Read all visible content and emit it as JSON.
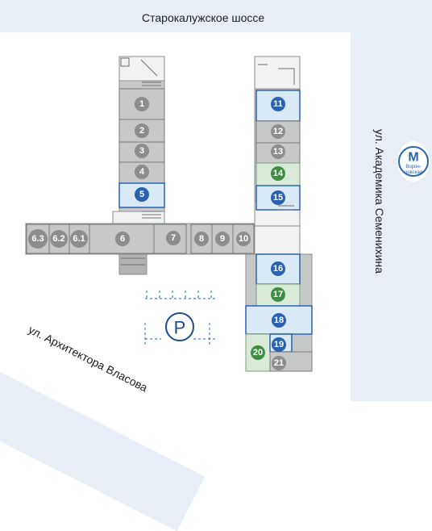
{
  "map": {
    "roads": {
      "top": "Старокалужское шоссе",
      "right": "ул. Академика Семенихина",
      "diagonal": "ул. Архитектора Власова"
    },
    "metro": {
      "symbol": "M",
      "station": "Ворон-\nцовская",
      "icon": "metro-icon"
    },
    "parking": {
      "symbol": "P",
      "icon": "parking-icon"
    },
    "colors": {
      "available": "#2a62b0",
      "available_fill": "#d9eaf6",
      "light_green_fill": "#d9ead9",
      "green_circle": "#3f8e44",
      "occupied_circle": "#8d8d8d",
      "occupied_fill": "#c7c9c9",
      "road": "#e7eef6"
    },
    "units": [
      {
        "id": "1",
        "status": "occupied"
      },
      {
        "id": "2",
        "status": "occupied"
      },
      {
        "id": "3",
        "status": "occupied"
      },
      {
        "id": "4",
        "status": "occupied"
      },
      {
        "id": "5",
        "status": "available"
      },
      {
        "id": "6.3",
        "status": "occupied"
      },
      {
        "id": "6.2",
        "status": "occupied"
      },
      {
        "id": "6.1",
        "status": "occupied"
      },
      {
        "id": "6",
        "status": "occupied"
      },
      {
        "id": "7",
        "status": "occupied"
      },
      {
        "id": "8",
        "status": "occupied"
      },
      {
        "id": "9",
        "status": "occupied"
      },
      {
        "id": "10",
        "status": "occupied"
      },
      {
        "id": "11",
        "status": "available"
      },
      {
        "id": "12",
        "status": "occupied"
      },
      {
        "id": "13",
        "status": "occupied"
      },
      {
        "id": "14",
        "status": "green"
      },
      {
        "id": "15",
        "status": "available"
      },
      {
        "id": "16",
        "status": "available"
      },
      {
        "id": "17",
        "status": "green"
      },
      {
        "id": "18",
        "status": "available"
      },
      {
        "id": "19",
        "status": "available"
      },
      {
        "id": "20",
        "status": "green"
      },
      {
        "id": "21",
        "status": "occupied"
      }
    ]
  }
}
